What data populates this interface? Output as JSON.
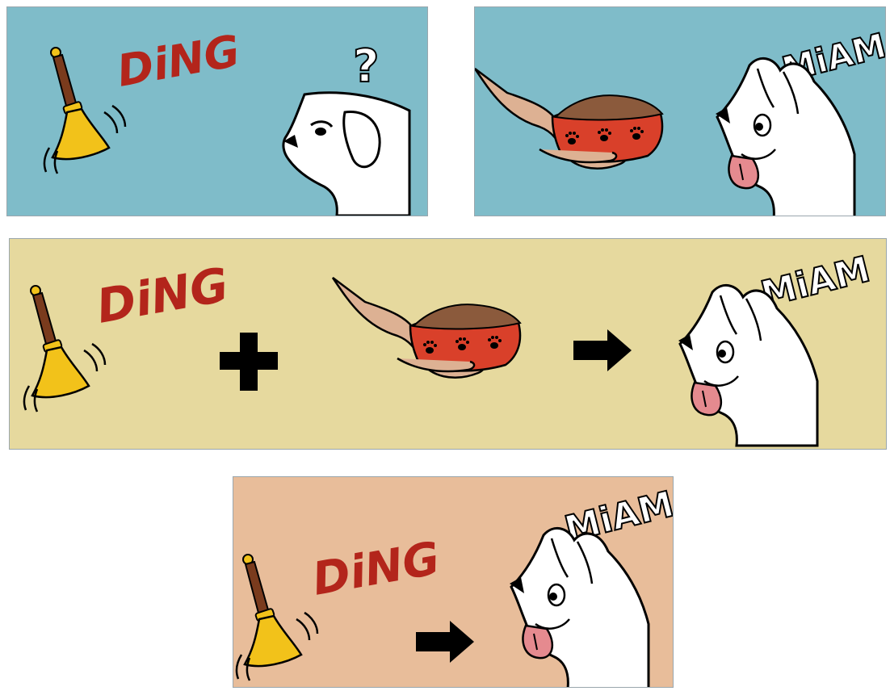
{
  "colors": {
    "panel_blue": "#7fbcc9",
    "panel_yellow": "#e6d99e",
    "panel_peach": "#e8bd9a",
    "ding_red": "#b3251b",
    "bell_gold": "#f2c21a",
    "handle_brown": "#7a3b1d",
    "bowl_red": "#d9402a",
    "food_brown": "#8b5a3c",
    "skin": "#ddb193",
    "tongue_pink": "#e58a8f"
  },
  "icons": [
    "bell-icon",
    "dog-icon",
    "bowl-icon",
    "hand-icon",
    "plus-icon",
    "arrow-right-icon",
    "question-mark-icon"
  ],
  "panel1": {
    "sound": "DiNG",
    "thought": "?"
  },
  "panel2": {
    "sound": "MiAM"
  },
  "panel3": {
    "sound_bell": "DiNG",
    "sound_dog": "MiAM"
  },
  "panel4": {
    "sound_bell": "DiNG",
    "sound_dog": "MiAM"
  }
}
